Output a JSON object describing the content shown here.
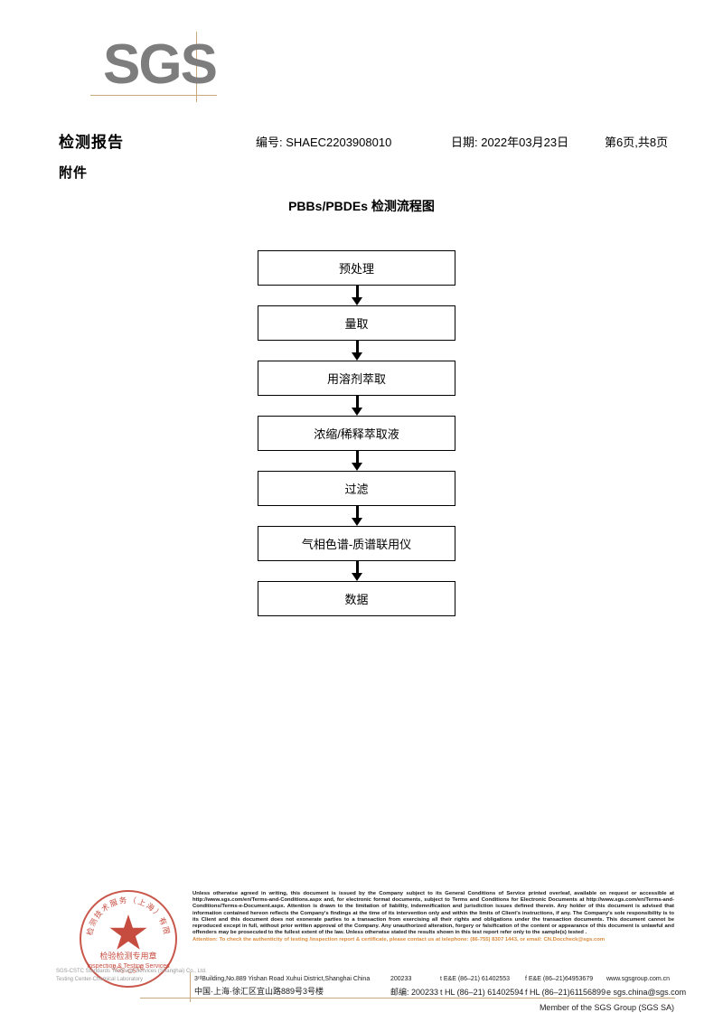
{
  "brand": {
    "logo_text": "SGS",
    "logo_color": "#7d7d7d",
    "rule_color": "#c8a97e"
  },
  "header": {
    "title": "检测报告",
    "report_no": "编号: SHAEC2203908010",
    "date": "日期: 2022年03月23日",
    "page": "第6页,共8页",
    "subtitle": "附件"
  },
  "flowchart": {
    "title": "PBBs/PBDEs 检测流程图",
    "steps": [
      {
        "label": "预处理"
      },
      {
        "label": "量取"
      },
      {
        "label": "用溶剂萃取"
      },
      {
        "label": "浓缩/稀释萃取液"
      },
      {
        "label": "过滤"
      },
      {
        "label": "气相色谱-质谱联用仪"
      },
      {
        "label": "数据"
      }
    ]
  },
  "stamp": {
    "outer_text": "检验检测技术服务（上海）有限公司",
    "line1": "检验检测专用章",
    "line2": "Inspection & Testing Services",
    "color": "#c0392b",
    "caption_line1": "SGS-CSTC Standards Technical Services (Shanghai) Co., Ltd.",
    "caption_line2": "Testing Center-Chemical Laboratory"
  },
  "legal": {
    "paragraph": "Unless otherwise agreed in writing, this document is issued by the Company subject to its General Conditions of Service printed overleaf, available on request or accessible at http://www.sgs.com/en/Terms-and-Conditions.aspx and, for electronic format documents, subject to Terms and Conditions for Electronic Documents at http://www.sgs.com/en/Terms-and-Conditions/Terms-e-Document.aspx. Attention is drawn to the limitation of liability, indemnification and jurisdiction issues defined therein. Any holder of this document is advised that information contained hereon reflects the Company's findings at the time of its intervention only and within the limits of Client's instructions, if any. The Company's sole responsibility is to its Client and this document does not exonerate parties to a transaction from exercising all their rights and obligations under the transaction documents. This document cannot be reproduced except in full, without prior written approval of the Company. Any unauthorized alteration, forgery or falsification of the content or appearance of this document is unlawful and offenders may be prosecuted to the fullest extent of the law. Unless otherwise stated the results shown in this test report refer only to the sample(s) tested .",
    "attention": "Attention: To check the authenticity of testing /inspection report & certificate, please contact us at telephone: (86-755) 8307 1443, or email: CN.Doccheck@sgs.com",
    "attention_color": "#d98a3d"
  },
  "address": {
    "en": {
      "street": "3ʳᵈBuilding,No.889 Yishan Road Xuhui District,Shanghai China",
      "postcode": "200233",
      "tel": "t E&E (86–21) 61402553",
      "fax": "f E&E (86–21)64953679",
      "web": "www.sgsgroup.com.cn"
    },
    "cn": {
      "street": "中国·上海·徐汇区宜山路889号3号楼",
      "postcode_label": "邮编: 200233",
      "tel": "t HL (86–21) 61402594",
      "fax": "f HL (86–21)61156899",
      "email": "e sgs.china@sgs.com"
    }
  },
  "member_line": "Member of the SGS Group (SGS SA)"
}
